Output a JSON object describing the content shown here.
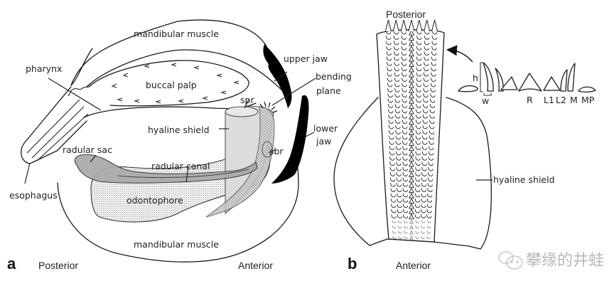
{
  "figure": {
    "panel_a": {
      "panel_label": "a",
      "orientation": {
        "left": "Posterior",
        "right": "Anterior"
      },
      "labels": {
        "mandibular_muscle_top": "mandibular muscle",
        "mandibular_muscle_bottom": "mandibular muscle",
        "pharynx": "pharynx",
        "buccal_palp": "buccal palp",
        "upper_jaw": "upper jaw",
        "bending_plane_1": "bending",
        "bending_plane_2": "plane",
        "spr": "spr",
        "hyaline_shield": "hyaline shield",
        "lower_jaw_1": "lower",
        "lower_jaw_2": "jaw",
        "radular_sac": "radular sac",
        "radular_canal": "radular canal",
        "sbr": "sbr",
        "esophagus": "esophagus",
        "odontophore": "odontophore"
      }
    },
    "panel_b": {
      "panel_label": "b",
      "orientation": {
        "top": "Posterior",
        "bottom": "Anterior"
      },
      "labels": {
        "hyaline_shield": "hyaline shield",
        "height": "h",
        "width": "w"
      },
      "tooth_types": [
        "R",
        "L1",
        "L2",
        "M",
        "MP"
      ]
    },
    "colors": {
      "line": "#1a1a1a",
      "jaw_fill": "#000000",
      "shield_fill": "#dcdcdc",
      "sac_fill": "#a9a9a9",
      "odontophore_fill": "#e6e6e6"
    }
  },
  "watermark": {
    "icon": "wechat-icon",
    "text": "攀缘的井蛙"
  }
}
